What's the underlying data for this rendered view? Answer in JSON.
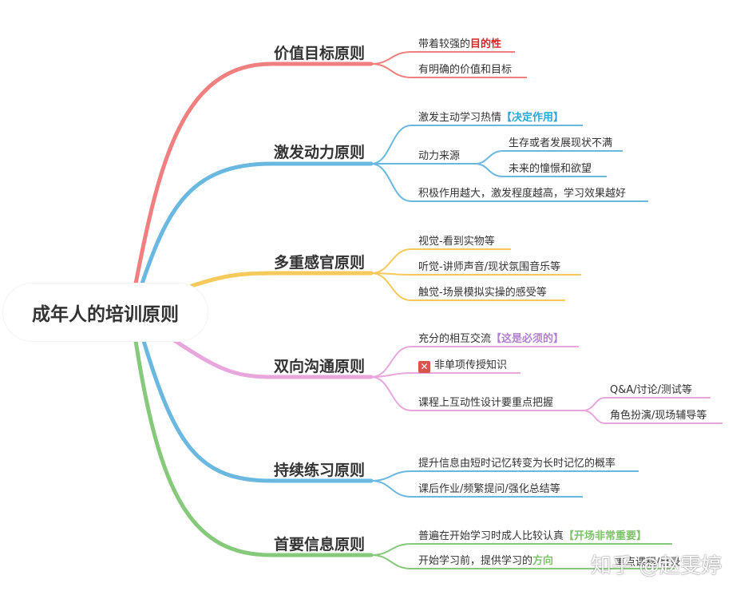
{
  "root": {
    "title": "成年人的培训原则"
  },
  "branches": [
    {
      "title": "价值目标原则",
      "color": "#f08080",
      "leaves": [
        {
          "pre": "带着较强的",
          "em": "目的性"
        },
        {
          "text": "有明确的价值和目标"
        }
      ]
    },
    {
      "title": "激发动力原则",
      "color": "#6ab8e0",
      "leaves": [
        {
          "pre": "激发主动学习热情",
          "em": "【决定作用】"
        },
        {
          "text": "动力来源",
          "children": [
            "生存或者发展现状不满",
            "未来的憧憬和欲望"
          ]
        },
        {
          "text": "积极作用越大，激发程度越高，学习效果越好"
        }
      ]
    },
    {
      "title": "多重感官原则",
      "color": "#f5c95a",
      "leaves": [
        {
          "text": "视觉-看到实物等"
        },
        {
          "text": "听觉-讲师声音/现状氛围音乐等"
        },
        {
          "text": "触觉-场景模拟实操的感受等"
        }
      ]
    },
    {
      "title": "双向沟通原则",
      "color": "#e8a6dc",
      "leaves": [
        {
          "pre": "充分的相互交流",
          "em": "【这是必须的】"
        },
        {
          "icon": "x-mark-icon",
          "text": "非单项传授知识"
        },
        {
          "text": "课程上互动性设计要重点把握",
          "children": [
            "Q&A/讨论/测试等",
            "角色扮演/现场辅导等"
          ]
        }
      ]
    },
    {
      "title": "持续练习原则",
      "color": "#6ab8e0",
      "leaves": [
        {
          "text": "提升信息由短时记忆转变为长时记忆的概率"
        },
        {
          "text": "课后作业/频繁提问/强化总结等"
        }
      ]
    },
    {
      "title": "首要信息原则",
      "color": "#86c97a",
      "leaves": [
        {
          "pre": "普遍在开始学习时成人比较认真",
          "em": "【开场非常重要】"
        },
        {
          "pre": "开始学习前，提供学习的",
          "em": "方向",
          "extra": "重点课程/目录"
        }
      ]
    }
  ],
  "watermark": "知乎 @赵雯婷"
}
